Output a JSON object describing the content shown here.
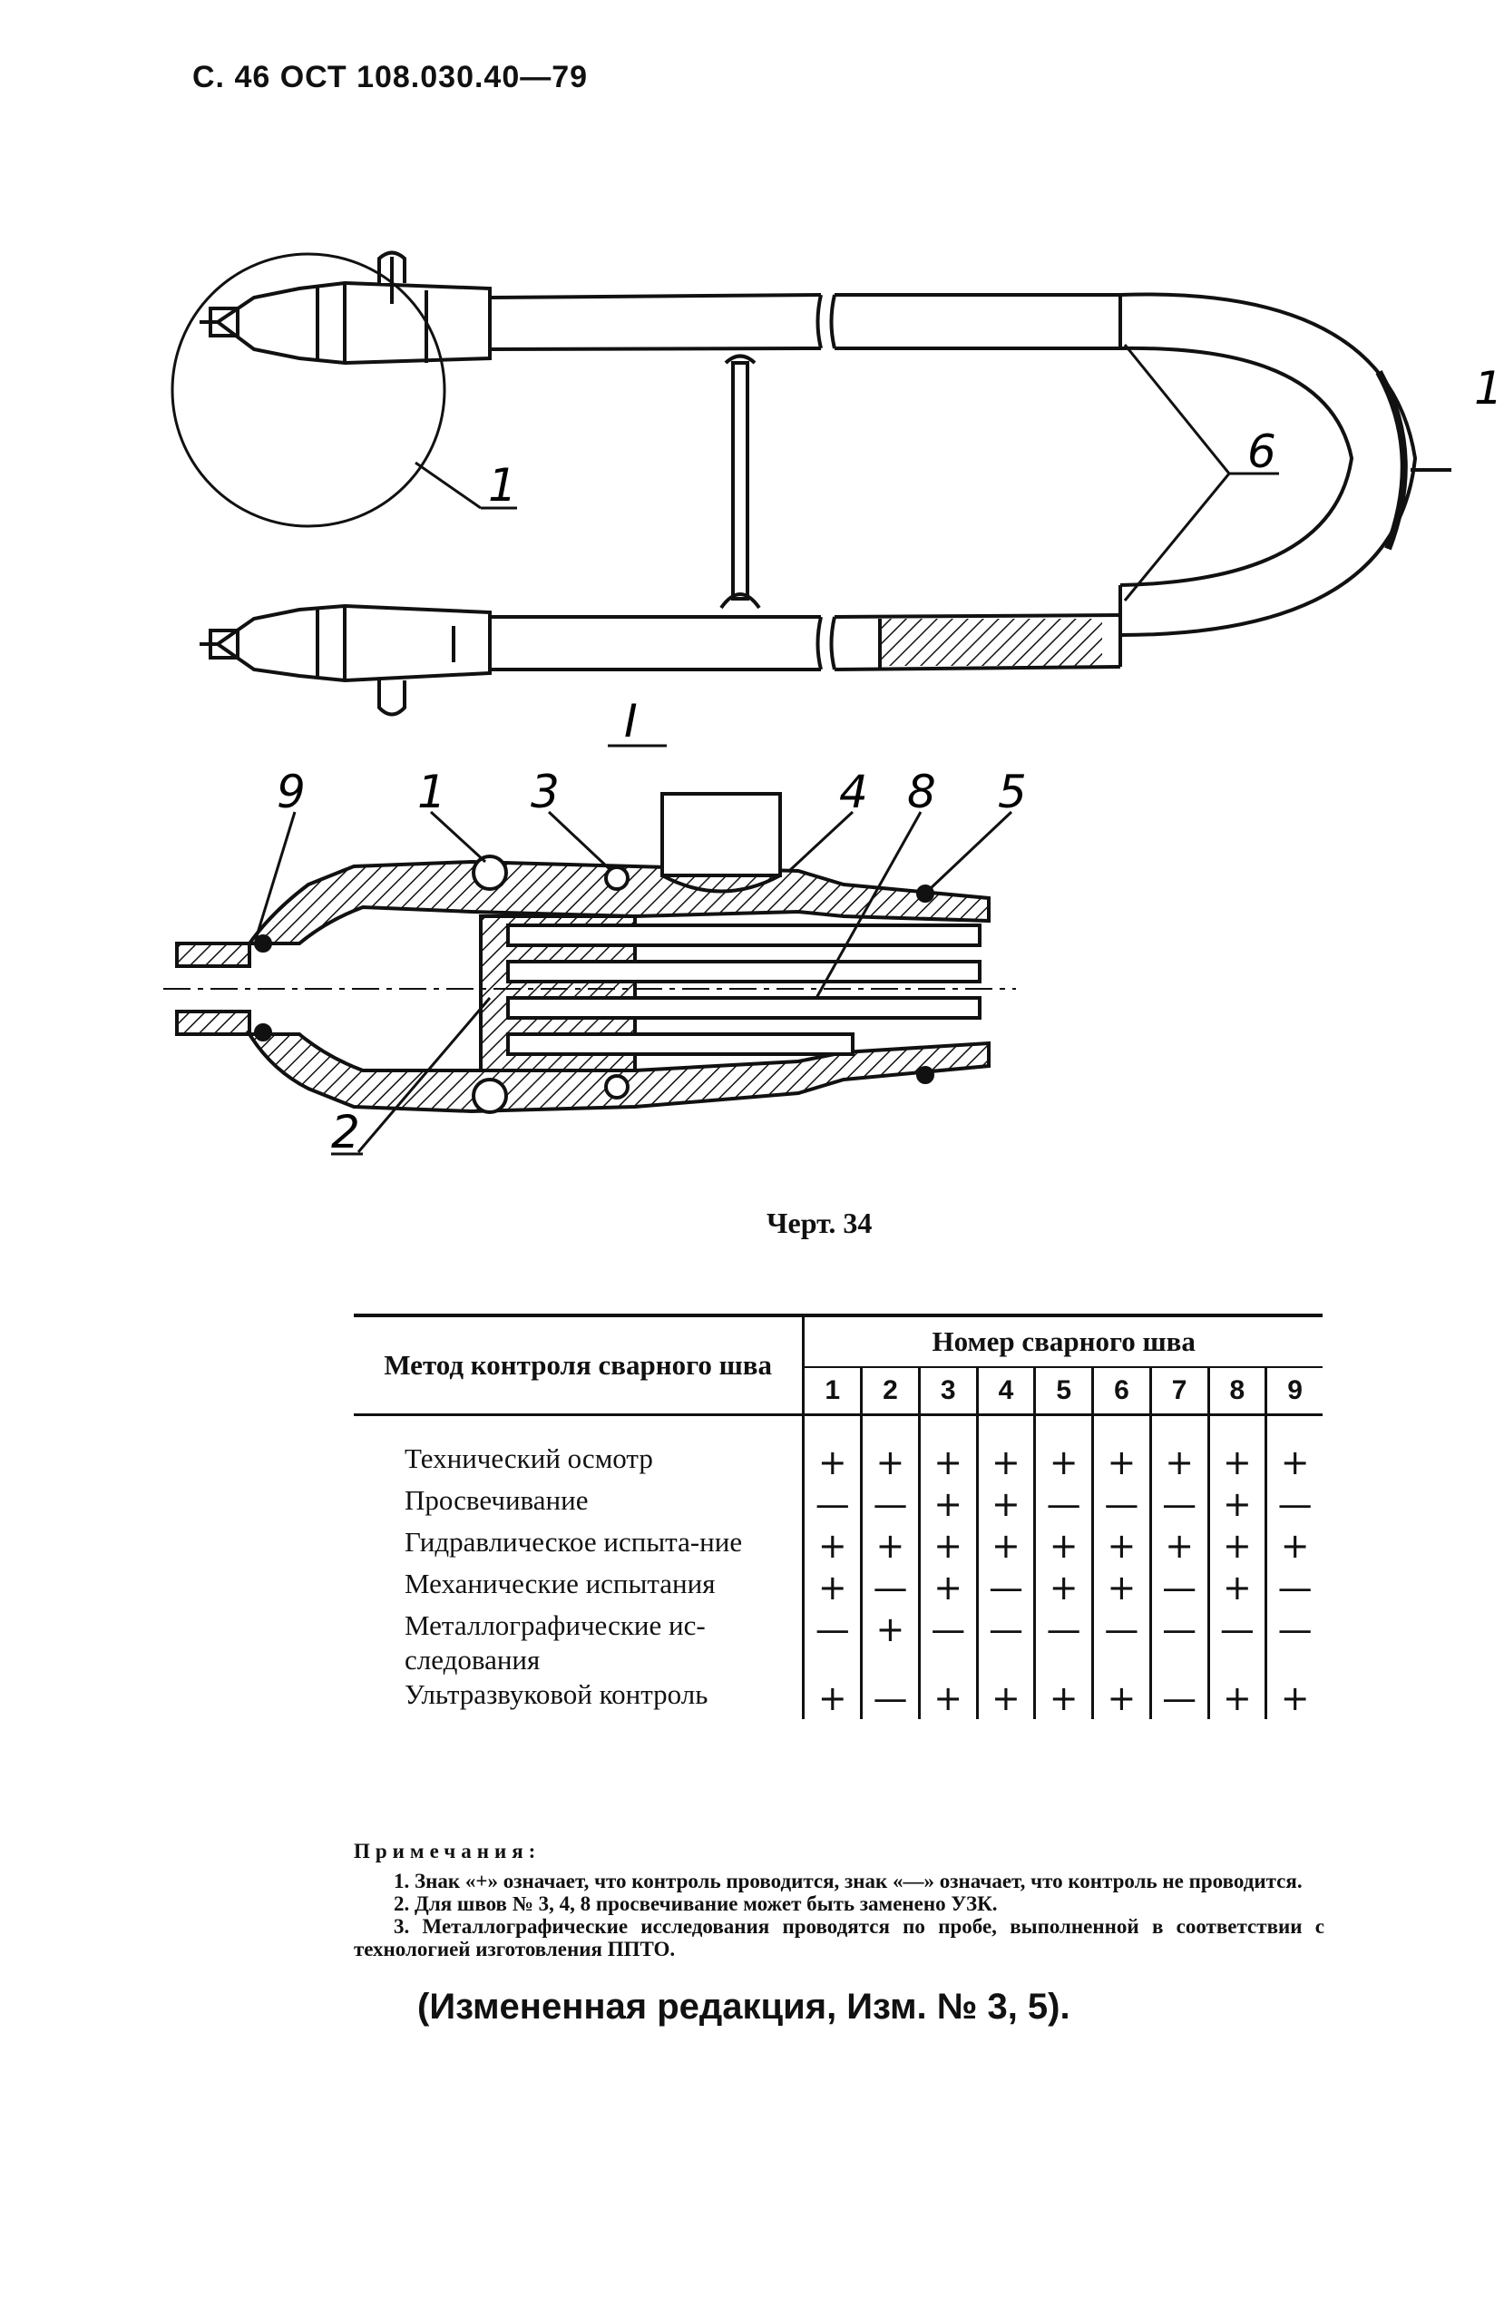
{
  "header": "С. 46 ОСТ 108.030.40—79",
  "drawing": {
    "main_labels": [
      "1",
      "6",
      "1"
    ],
    "detail_title": "I",
    "detail_labels": [
      "9",
      "1",
      "3",
      "4",
      "8",
      "5",
      "2"
    ]
  },
  "caption": "Черт. 34",
  "table": {
    "method_header": "Метод контроля сварного шва",
    "group_header": "Номер сварного шва",
    "weld_numbers": [
      "1",
      "2",
      "3",
      "4",
      "5",
      "6",
      "7",
      "8",
      "9"
    ],
    "rows": [
      {
        "method": "Технический осмотр",
        "marks": [
          "+",
          "+",
          "+",
          "+",
          "+",
          "+",
          "+",
          "+",
          "+"
        ]
      },
      {
        "method": "Просвечивание",
        "marks": [
          "—",
          "—",
          "+",
          "+",
          "—",
          "—",
          "—",
          "+",
          "—"
        ]
      },
      {
        "method": "Гидравлическое испыта-ние",
        "marks": [
          "+",
          "+",
          "+",
          "+",
          "+",
          "+",
          "+",
          "+",
          "+"
        ]
      },
      {
        "method": "Механические испытания",
        "marks": [
          "+",
          "—",
          "+",
          "—",
          "+",
          "+",
          "—",
          "+",
          "—"
        ]
      },
      {
        "method": "Металлографические ис-следования",
        "marks": [
          "—",
          "+",
          "—",
          "—",
          "—",
          "—",
          "—",
          "—",
          "—"
        ]
      },
      {
        "method": "Ультразвуковой контроль",
        "marks": [
          "+",
          "—",
          "+",
          "+",
          "+",
          "+",
          "—",
          "+",
          "+"
        ]
      }
    ]
  },
  "notes": {
    "title": "Примечания:",
    "items": [
      "1. Знак «+» означает, что контроль проводится, знак «—» означает, что контроль не проводится.",
      "2. Для швов № 3, 4, 8 просвечивание может быть заменено УЗК.",
      "3. Металлографические исследования проводятся по пробе, выполненной в соответствии с технологией изготовления ППТО."
    ]
  },
  "amendment": "(Измененная редакция, Изм. № 3, 5)."
}
